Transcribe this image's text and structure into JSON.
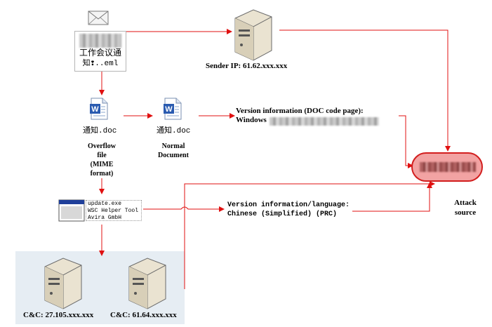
{
  "email": {
    "filename_line1": "工作会议通",
    "filename_line2": "知❢..eml"
  },
  "sender": {
    "label": "Sender IP: 61.62.xxx.xxx"
  },
  "overflow_doc": {
    "filename": "通知.doc",
    "caption_lines": [
      "Overflow",
      "file",
      "(MIME",
      "format)"
    ]
  },
  "normal_doc": {
    "filename": "通知.doc",
    "caption_lines": [
      "Normal",
      "Document"
    ]
  },
  "version_doc": {
    "line1": "Version information (DOC code page):",
    "line2": "Windows"
  },
  "update_app": {
    "lines": [
      "update.exe",
      "WSC Helper Tool",
      "Avira GmbH"
    ]
  },
  "version_lang": {
    "line1": "Version information/language:",
    "line2": "Chinese (Simplified) (PRC)"
  },
  "attack": {
    "label_lines": [
      "Attack",
      "source"
    ]
  },
  "cnc": [
    {
      "label": "C&C: 27.105.xxx.xxx"
    },
    {
      "label": "C&C: 61.64.xxx.xxx"
    }
  ],
  "colors": {
    "arrow": "#e01010",
    "attack_fill": "#f2a3a3",
    "attack_border": "#d21e1e",
    "panel": "#e6edf3"
  }
}
